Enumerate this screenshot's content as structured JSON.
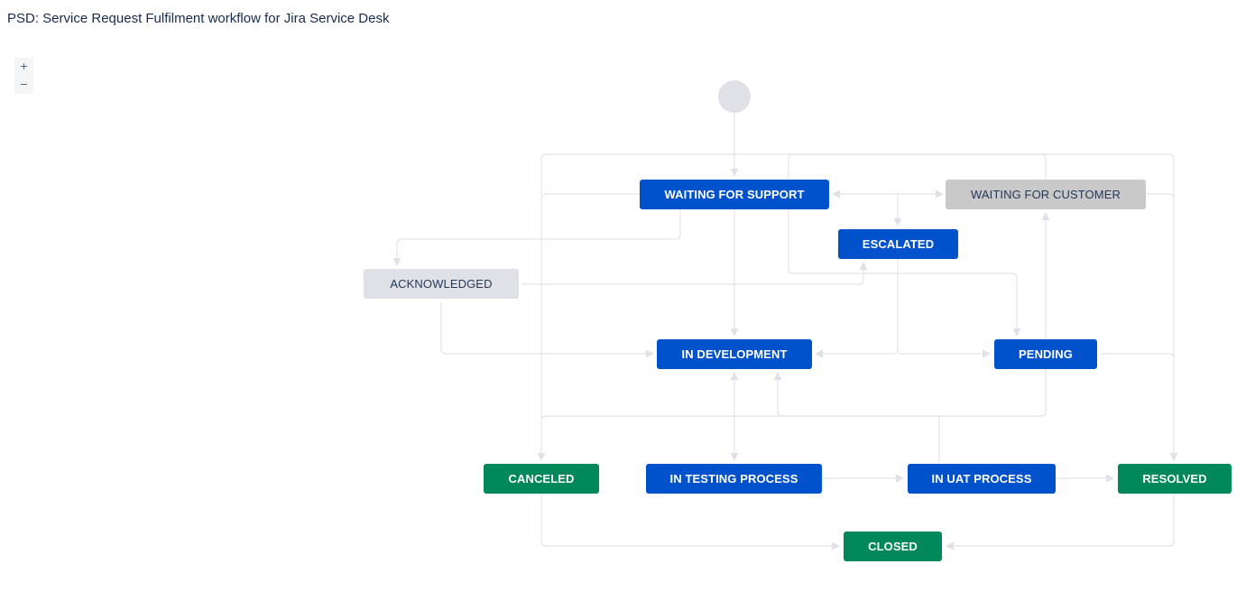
{
  "page": {
    "title": "PSD: Service Request Fulfilment workflow for Jira Service Desk"
  },
  "zoom": {
    "zoom_in_label": "+",
    "zoom_out_label": "−"
  },
  "colors": {
    "in_progress": "#0052cc",
    "done": "#00875a",
    "waiting": "#c9c9c9",
    "to_do": "#dfe1e6",
    "transition_line": "#dfe1e6"
  },
  "workflow": {
    "start_node": "start-circle",
    "statuses": {
      "waiting_for_support": "WAITING FOR SUPPORT",
      "waiting_for_customer": "WAITING FOR CUSTOMER",
      "escalated": "ESCALATED",
      "acknowledged": "ACKNOWLEDGED",
      "in_development": "IN DEVELOPMENT",
      "pending": "PENDING",
      "canceled": "CANCELED",
      "in_testing_process": "IN TESTING PROCESS",
      "in_uat_process": "IN UAT PROCESS",
      "resolved": "RESOLVED",
      "closed": "CLOSED"
    }
  }
}
